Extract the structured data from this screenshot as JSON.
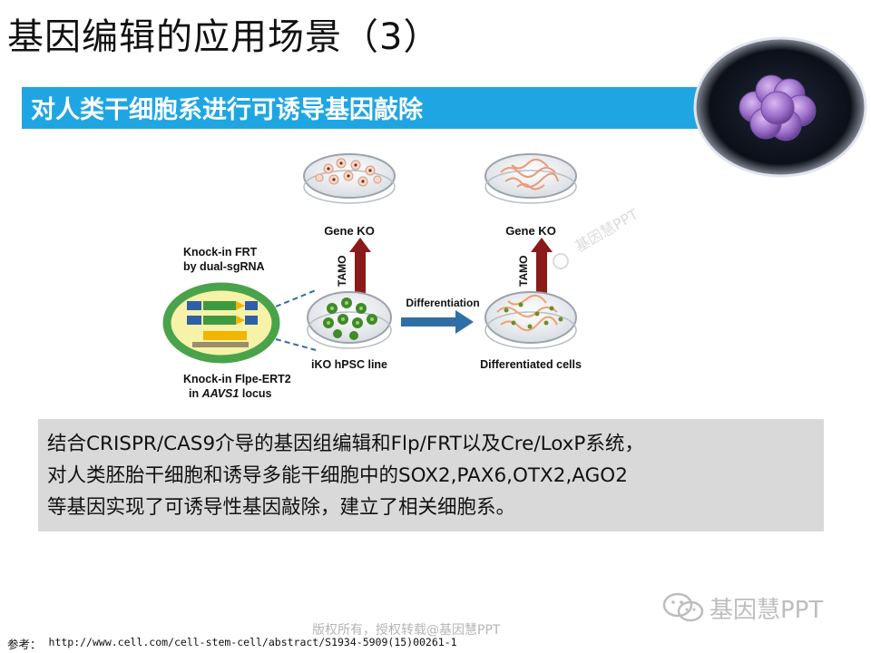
{
  "slide": {
    "title": "基因编辑的应用场景（3）",
    "subtitle": "对人类干细胞系进行可诱导基因敲除"
  },
  "figure": {
    "labels": {
      "knockin_frt_line1": "Knock-in FRT",
      "knockin_frt_line2": "by dual-sgRNA",
      "knockin_flpe_line1": "Knock-in Flpe-ERT2",
      "knockin_flpe_line2_italic": "AAVS1",
      "knockin_flpe_line2_in": "in",
      "knockin_flpe_line2_locus": "locus",
      "gene_ko_left": "Gene KO",
      "gene_ko_right": "Gene KO",
      "tamo_left": "TAMO",
      "tamo_right": "TAMO",
      "differentiation": "Differentiation",
      "iko_label": "iKO hPSC line",
      "differentiated_label": "Differentiated cells",
      "figure_watermark": "基因慧PPT"
    },
    "colors": {
      "arrow_red": "#8b1a1a",
      "arrow_blue": "#2f6fa5",
      "diff_text": "#3b78b5",
      "cell_green": "#3f8a2a",
      "nucleus_green": "#9ed26a",
      "neuron_orange": "#f0a070"
    }
  },
  "description": {
    "lines": [
      "结合CRISPR/CAS9介导的基因组编辑和Flp/FRT以及Cre/LoxP系统，",
      "对人类胚胎干细胞和诱导多能干细胞中的SOX2,PAX6,OTX2,AGO2",
      "等基因实现了可诱导性基因敲除，建立了相关细胞系。"
    ]
  },
  "watermark": {
    "brand": "基因慧PPT",
    "icon": "wechat-icon"
  },
  "footer": {
    "copyright": "版权所有，授权转载@基因慧PPT",
    "reference_label": "参考：",
    "reference_url": "http://www.cell.com/cell-stem-cell/abstract/S1934-5909(15)00261-1"
  }
}
